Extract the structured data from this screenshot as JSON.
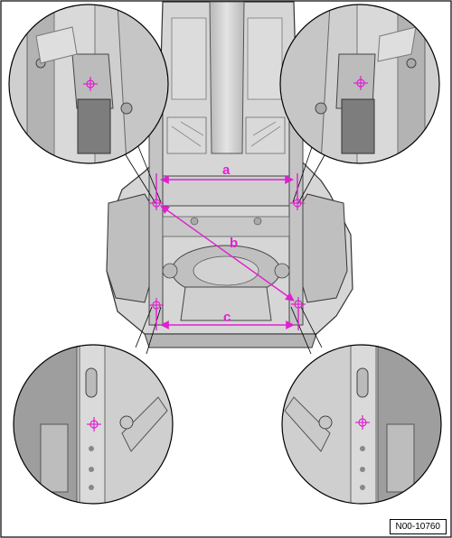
{
  "figure_id": "N00-10760",
  "measurement_labels": {
    "a": "a",
    "b": "b",
    "c": "c"
  },
  "colors": {
    "measurement_line": "#e020d0",
    "outline": "#000000",
    "body_fill": "#d8d8d8",
    "body_shade": "#a9a9a9",
    "background": "#ffffff"
  },
  "icons": {
    "measuring_point": "crosshair-circle-icon",
    "arrowhead": "arrowhead-icon"
  }
}
